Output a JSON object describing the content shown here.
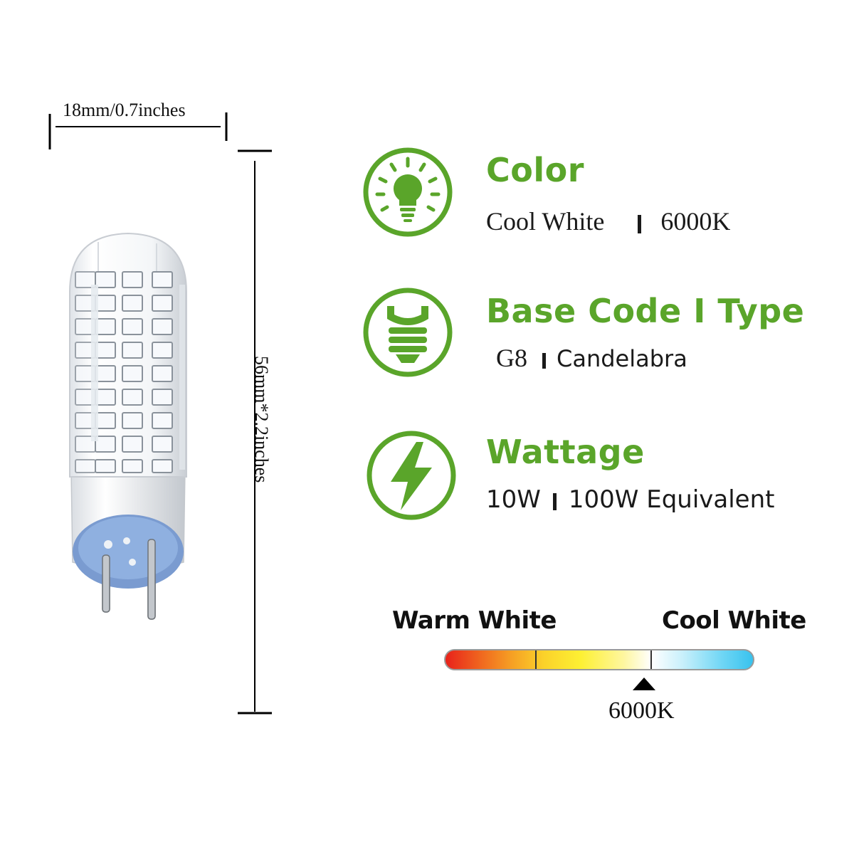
{
  "dimensions": {
    "width_label": "18mm/0.7inches",
    "height_label": "56mm*2.2inches"
  },
  "specs": [
    {
      "icon": "lightbulb-icon",
      "title": "Color",
      "value_left": "Cool White",
      "value_right": "6000K"
    },
    {
      "icon": "bulb-base-icon",
      "title": "Base Code I Type",
      "value_left": "G8",
      "value_right": "Candelabra"
    },
    {
      "icon": "lightning-icon",
      "title": "Wattage",
      "value_left": "10W",
      "value_right": "100W Equivalent"
    }
  ],
  "color_scale": {
    "left_label": "Warm White",
    "right_label": "Cool White",
    "marker_label": "6000K"
  },
  "colors": {
    "accent_green": "#5aa52a",
    "text": "#1a1a1a"
  }
}
